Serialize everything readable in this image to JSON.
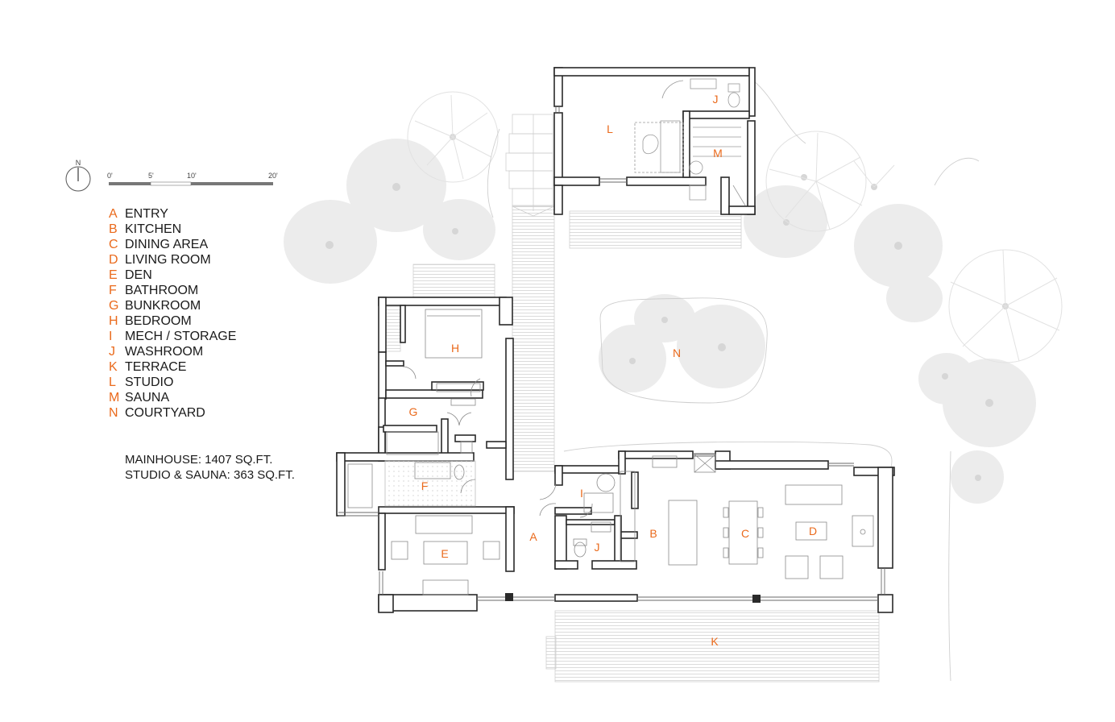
{
  "compass": {
    "label": "N"
  },
  "scale_bar": {
    "ticks": [
      "0'",
      "5'",
      "10'",
      "20'"
    ]
  },
  "legend": [
    {
      "letter": "A",
      "name": "ENTRY"
    },
    {
      "letter": "B",
      "name": "KITCHEN"
    },
    {
      "letter": "C",
      "name": "DINING AREA"
    },
    {
      "letter": "D",
      "name": "LIVING ROOM"
    },
    {
      "letter": "E",
      "name": "DEN"
    },
    {
      "letter": "F",
      "name": "BATHROOM"
    },
    {
      "letter": "G",
      "name": "BUNKROOM"
    },
    {
      "letter": "H",
      "name": "BEDROOM"
    },
    {
      "letter": "I",
      "name": "MECH / STORAGE"
    },
    {
      "letter": "J",
      "name": "WASHROOM"
    },
    {
      "letter": "K",
      "name": "TERRACE"
    },
    {
      "letter": "L",
      "name": "STUDIO"
    },
    {
      "letter": "M",
      "name": "SAUNA"
    },
    {
      "letter": "N",
      "name": "COURTYARD"
    }
  ],
  "areas": {
    "mainhouse": "MAINHOUSE: 1407 SQ.FT.",
    "studio_sauna": "STUDIO & SAUNA: 363 SQ.FT."
  },
  "room_labels": {
    "A": "A",
    "B": "B",
    "C": "C",
    "D": "D",
    "E": "E",
    "F": "F",
    "G": "G",
    "H": "H",
    "I": "I",
    "J1": "J",
    "J2": "J",
    "K": "K",
    "L": "L",
    "M": "M",
    "N": "N"
  },
  "colors": {
    "accent": "#ea6a1c",
    "wall": "#2a2a2a",
    "wall_fill": "#ffffff",
    "tree": "#ebebeb",
    "line_light": "#c8c8c8"
  }
}
